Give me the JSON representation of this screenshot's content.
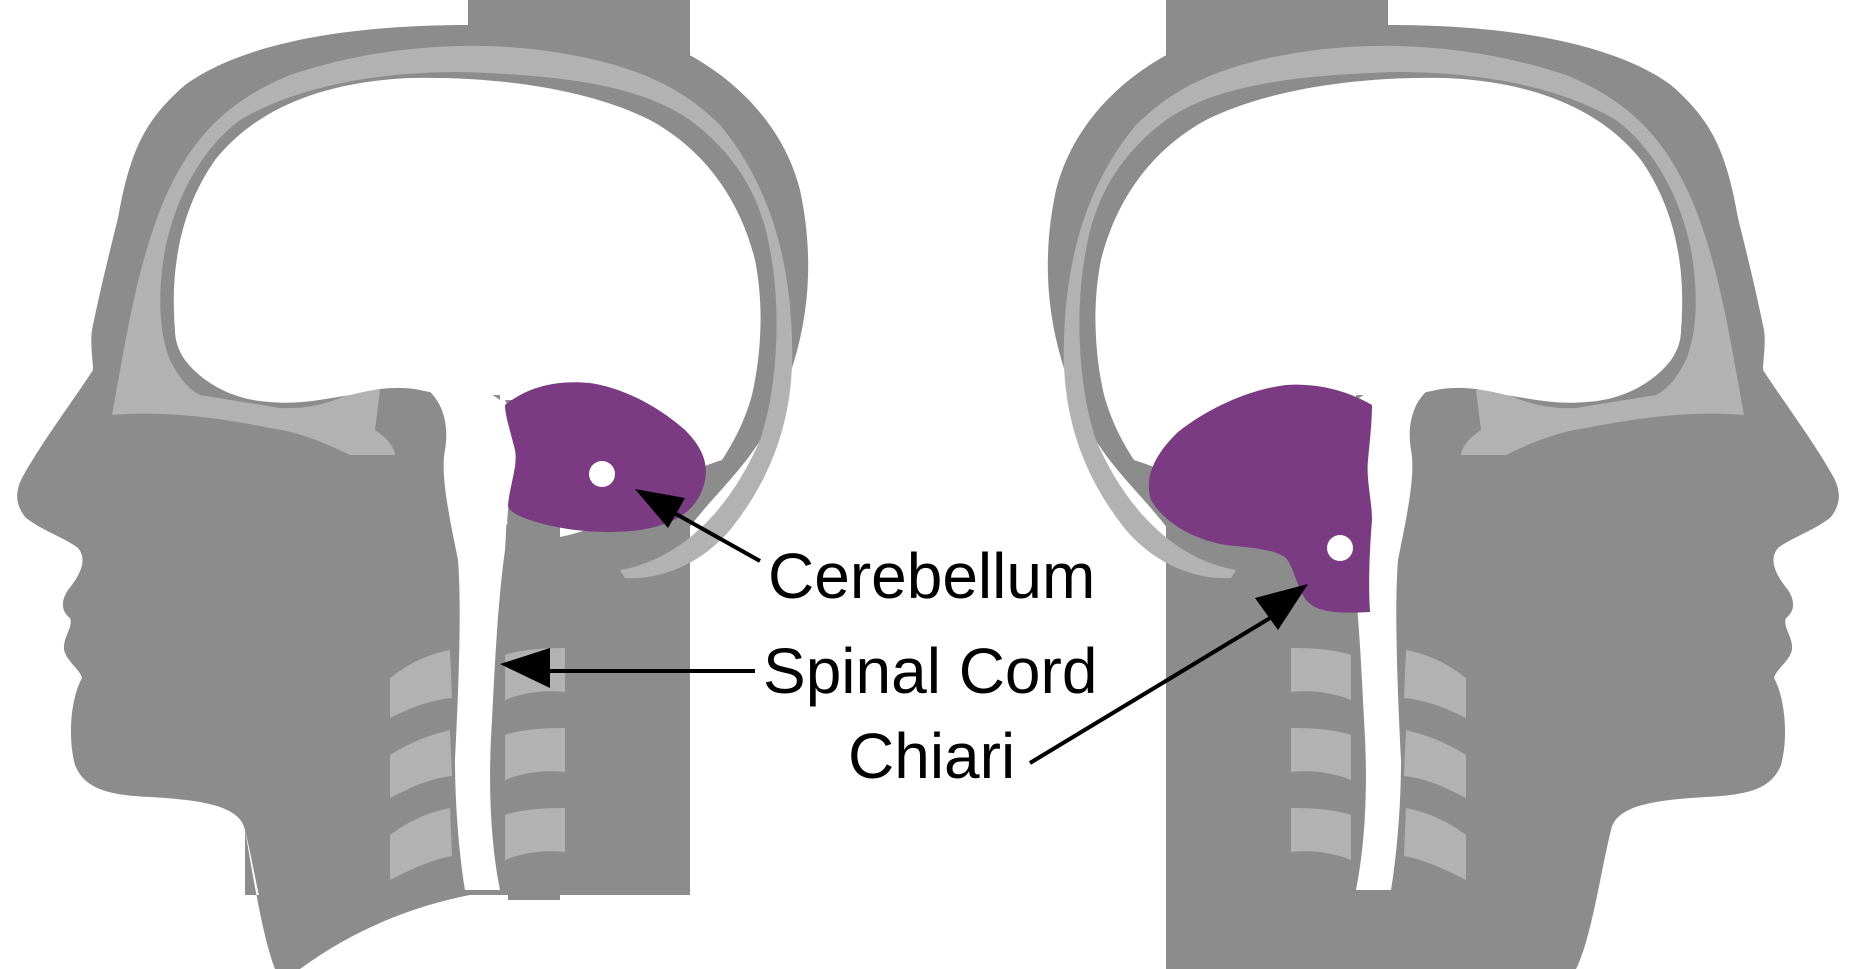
{
  "labels": {
    "cerebellum": "Cerebellum",
    "spinal_cord": "Spinal Cord",
    "chiari": "Chiari"
  },
  "colors": {
    "head": "#8c8c8c",
    "bone": "#b2b2b2",
    "brain_space": "#ffffff",
    "cerebellum": "#7a3b82",
    "arrow": "#000000"
  },
  "panels": [
    "normal-head",
    "chiari-head"
  ]
}
